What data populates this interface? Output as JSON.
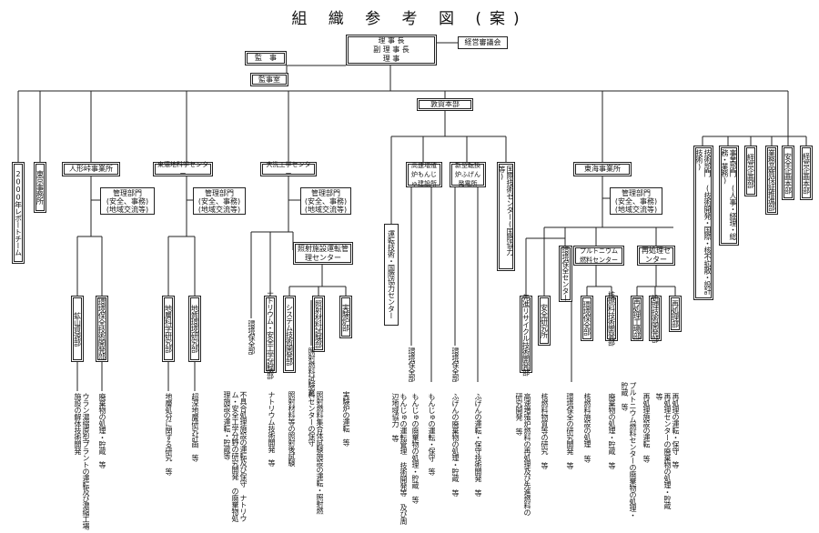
{
  "title": "組 織 参 考 図 (案)",
  "president": {
    "lines": [
      "理 事 長",
      "副 理 事 長",
      "理 事"
    ]
  },
  "management_council": "経営審議会",
  "auditor": "監　事",
  "audit_office": "監事室",
  "hq": "敦賀本部",
  "y2000_team": "2000年レポートチーム",
  "tokyo_office": "東京事務所",
  "ningyo": {
    "name": "人形峠事業所",
    "mgmt": "管理部門\n(安全、事務)\n(地域交流等)",
    "units": [
      "鉱山資源部",
      "環境保全技術開発部"
    ],
    "desc": [
      "ウラン濃縮原型プラントの運転及び濃縮工場施設の解体技術開発",
      "廃棄物の処理・貯蔵　等"
    ],
    "note": "等"
  },
  "tono": {
    "name": "東濃地科学センター",
    "mgmt": "管理部門\n(安全、事務)\n(地域交流等)",
    "units": [
      "地層科学研究部",
      "地質環境研究部"
    ],
    "desc": [
      "地層処分に関する研究　等",
      "超深地層研究計画　等"
    ]
  },
  "oarai": {
    "name": "大洗工学センター",
    "mgmt": "管理部門\n(安全、事務)\n(地域交流等)",
    "fuel_center": "照射施設運転管理センター",
    "units": [
      "ナトリウム・安全工学試験部",
      "システム技術開発部",
      "照射材料試験部",
      "実験炉部"
    ],
    "desc_left": [
      "環境保全部",
      "不具合処理施設の運転及び保守 ナトリウム・安全工学分野の研究開発 の廃棄物処理施設の運転・貯蔵等"
    ],
    "desc_units": [
      "ナトリウム技術開発　等",
      "照射材料等の照射後試験",
      "照射燃料集合体試験施設の運転・照射燃料センターの保守",
      "実験炉の運転　等"
    ],
    "kankyo": "環境保全部",
    "kankyo2": "照射燃料試験室"
  },
  "tsuruga": {
    "hq_units": [
      "高速増殖炉もんじゅ建設所",
      "新型転換炉ふげん発電所",
      "国際技術センター(国際協力等)"
    ],
    "vertical_units": [
      "運転技術・国際協力センター"
    ],
    "monju_desc": [
      "もんじゅの運転管理 技術開発等 及び周辺地域協力 等",
      "もんじゅの運転・保守　等",
      "もんじゅの廃棄物の処理・貯蔵 等"
    ],
    "fugen_desc": [
      "ふげんの廃棄物の処理・貯蔵 等",
      "ふげんの運転・保守技術開発 等"
    ],
    "kankyo": [
      "環境保全部",
      "環境保全部"
    ]
  },
  "tokai": {
    "name": "東海事業所",
    "mgmt": "管理部門\n(安全、事務)\n(地域交流等)",
    "units_row1": [
      "環境保全センター",
      "プルトニウム燃料センター",
      "再処理センター"
    ],
    "units_row2": [
      "先進リサイクル技術開発部",
      "安全研究所",
      "環境保全部",
      "核燃料技術開発部",
      "再処理工場部",
      "処理技術開発部",
      "再処理部"
    ],
    "desc": [
      "高速増殖炉燃料の再処理及び先進燃料の研究開発 等",
      "核燃料物質等の研究 等",
      "環境保全の研究開発 等",
      "核燃料施設の処理 等",
      "廃棄物の処理・貯蔵 等",
      "プルトニウム燃料センターの廃棄物の処理・貯蔵 等",
      "再処理施設の運転 等",
      "再処理センターの廃棄物の処理・貯蔵 等",
      "再処理の運転・保守　等"
    ]
  },
  "staff": [
    "技術部門 (技術開発・国際・核不拡散・設計技術)",
    "事業部門 (人事・経理・総務・業務)",
    "経営企画部",
    "業務品質保証推進部",
    "安全企画本部",
    "経営企画本部"
  ]
}
